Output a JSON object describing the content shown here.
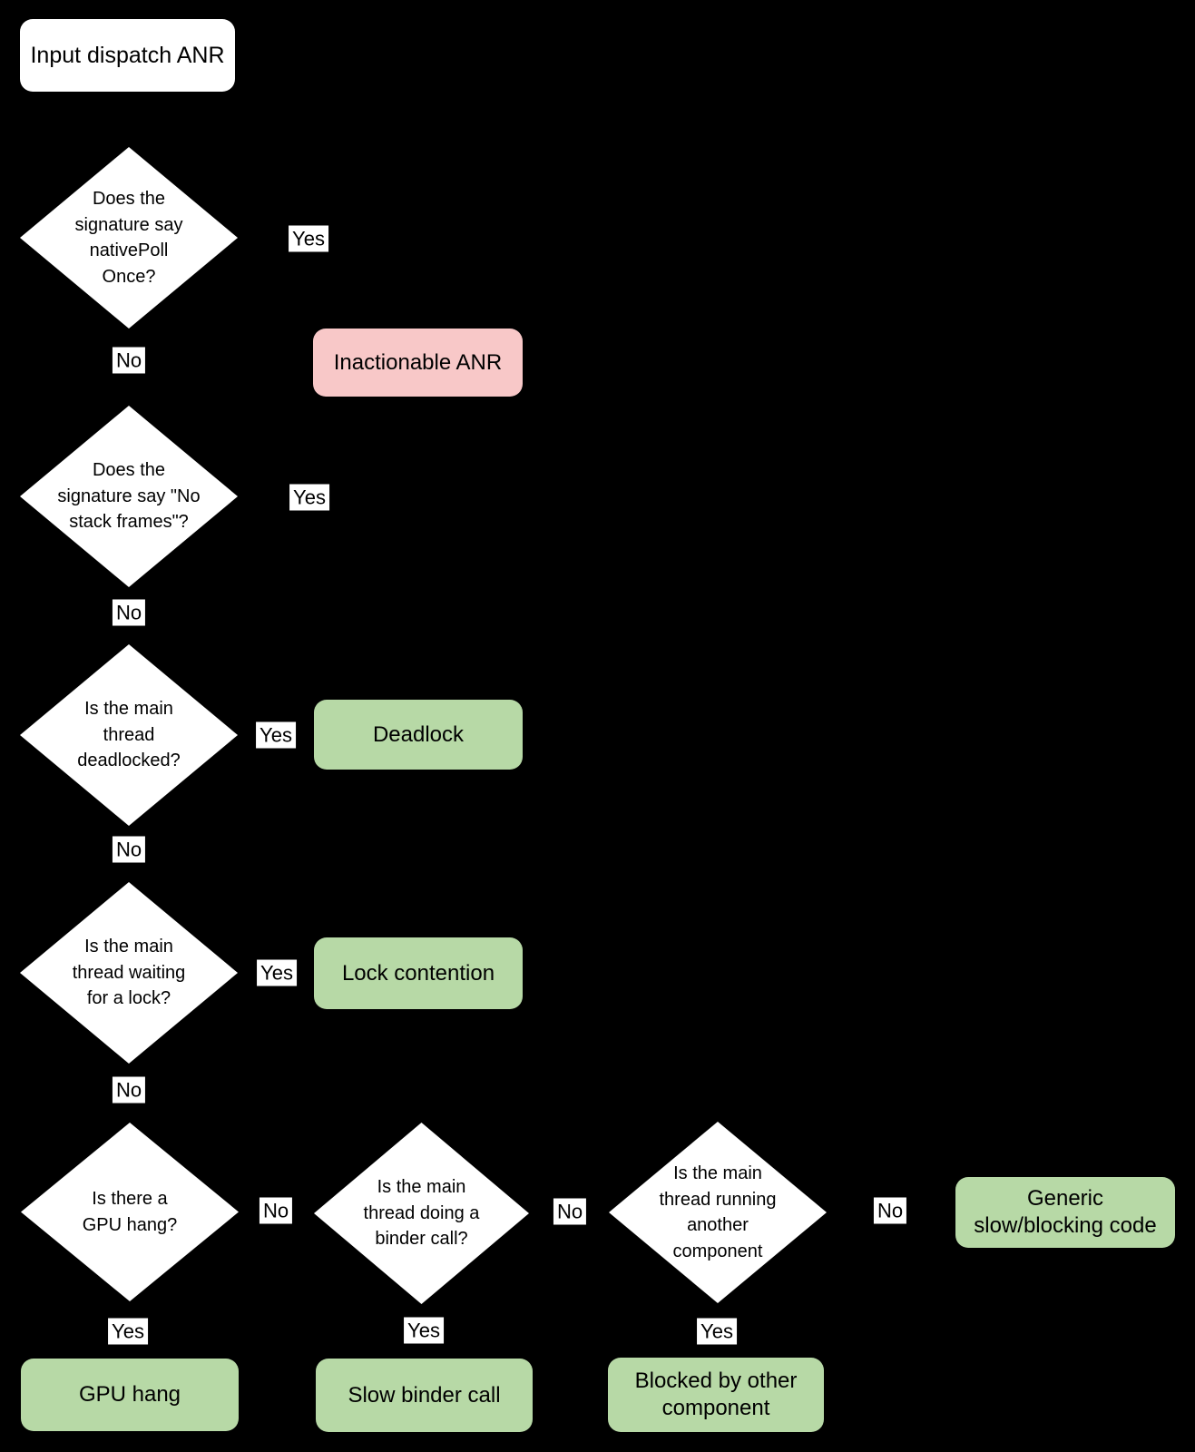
{
  "colors": {
    "background": "#000000",
    "node_fill": "#ffffff",
    "success_fill": "#b7d9a6",
    "fail_fill": "#f8c8c8",
    "text": "#000000"
  },
  "flowchart": {
    "start": {
      "label": "Input dispatch ANR"
    },
    "decisions": {
      "nativepoll": {
        "label": "Does the\nsignature say\nnativePoll\nOnce?"
      },
      "no_stack_frames": {
        "label": "Does the\nsignature say \"No\nstack frames\"?"
      },
      "deadlocked": {
        "label": "Is the main\nthread\ndeadlocked?"
      },
      "waiting_lock": {
        "label": "Is the main\nthread waiting\nfor a lock?"
      },
      "gpu_hang": {
        "label": "Is there a\nGPU hang?"
      },
      "binder_call": {
        "label": "Is the main\nthread doing a\nbinder call?"
      },
      "other_component": {
        "label": "Is the main\nthread running\nanother\ncomponent"
      }
    },
    "results": {
      "inactionable": {
        "label": "Inactionable ANR"
      },
      "deadlock": {
        "label": "Deadlock"
      },
      "lock_contention": {
        "label": "Lock contention"
      },
      "gpu_hang": {
        "label": "GPU hang"
      },
      "slow_binder": {
        "label": "Slow binder call"
      },
      "blocked_other": {
        "label": "Blocked by other\ncomponent"
      },
      "generic_slow": {
        "label": "Generic\nslow/blocking code"
      }
    },
    "edge_labels": {
      "nativepoll_yes": "Yes",
      "nativepoll_no": "No",
      "no_stack_frames_yes": "Yes",
      "no_stack_frames_no": "No",
      "deadlocked_yes": "Yes",
      "deadlocked_no": "No",
      "waiting_lock_yes": "Yes",
      "waiting_lock_no": "No",
      "gpu_hang_no": "No",
      "gpu_hang_yes": "Yes",
      "binder_call_no": "No",
      "binder_call_yes": "Yes",
      "other_component_no": "No",
      "other_component_yes": "Yes"
    }
  }
}
